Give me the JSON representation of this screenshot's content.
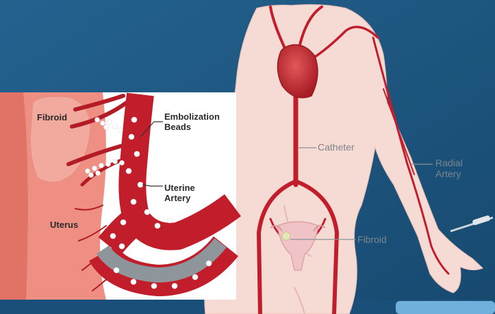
{
  "inset": {
    "fibroid_label": "Fibroid",
    "uterus_label": "Uterus",
    "beads_label_line1": "Embolization",
    "beads_label_line2": "Beads",
    "artery_label_line1": "Uterine",
    "artery_label_line2": "Artery"
  },
  "body": {
    "catheter_label": "Catheter",
    "radial_label_line1": "Radial",
    "radial_label_line2": "Artery",
    "fibroid_label": "Fibroid"
  },
  "colors": {
    "background": "#1d5a86",
    "artery": "#c21d2a",
    "skin": "#f7dcd6",
    "fibroid": "#f1a79a",
    "catheter": "#9a9a9a",
    "bead": "#ffffff"
  }
}
